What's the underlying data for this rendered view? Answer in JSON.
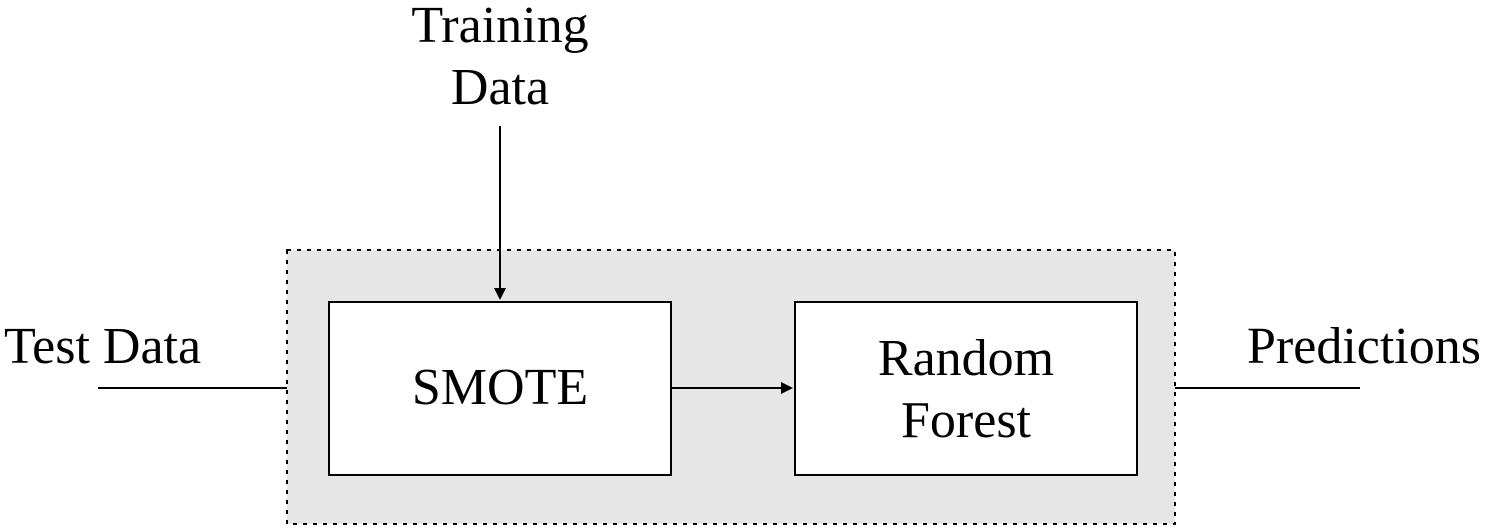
{
  "diagram": {
    "inputs": {
      "training_line1": "Training",
      "training_line2": "Data",
      "test": "Test Data"
    },
    "output": "Predictions",
    "boxes": {
      "smote": "SMOTE",
      "rf_line1": "Random",
      "rf_line2": "Forest"
    },
    "colors": {
      "pipeline_fill": "#e6e6e6",
      "box_fill": "#ffffff",
      "stroke": "#000000"
    }
  }
}
